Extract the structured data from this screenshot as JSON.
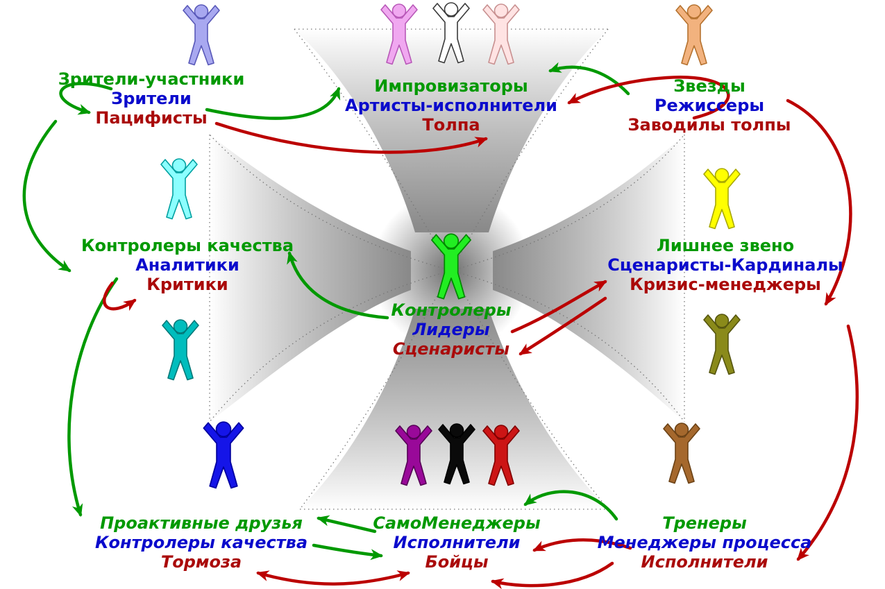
{
  "theme": {
    "green-text": "#009900",
    "blue-text": "#0B0BCC",
    "red-text": "#AA0A0A",
    "green-arrow": "#009900",
    "red-arrow": "#BB0000"
  },
  "groups": [
    {
      "id": "audience",
      "lines": [
        "Зрители-участники",
        "Зрители",
        "Пацифисты"
      ]
    },
    {
      "id": "improvisers",
      "lines": [
        "Импровизаторы",
        "Артисты-исполнители",
        "Толпа"
      ]
    },
    {
      "id": "stars",
      "lines": [
        "Звезды",
        "Режиссеры",
        "Заводилы толпы"
      ]
    },
    {
      "id": "quality",
      "lines": [
        "Контролеры качества",
        "Аналитики",
        "Критики"
      ]
    },
    {
      "id": "center",
      "lines": [
        "Контролеры",
        "Лидеры",
        "Сценаристы"
      ]
    },
    {
      "id": "extra-link",
      "lines": [
        "Лишнее звено",
        "Сценаристы-Кардиналы",
        "Кризис-менеджеры"
      ]
    },
    {
      "id": "proactive",
      "lines": [
        "Проактивные друзья",
        "Контролеры качества",
        "Тормоза"
      ]
    },
    {
      "id": "self-managers",
      "lines": [
        "СамоМенеджеры",
        "Исполнители",
        "Бойцы"
      ]
    },
    {
      "id": "trainers",
      "lines": [
        "Тренеры",
        "Менеджеры процесса",
        "Исполнители"
      ]
    }
  ],
  "figures": [
    {
      "name": "lavender",
      "color": "#A8A8F0"
    },
    {
      "name": "violet",
      "color": "#F0A8F0"
    },
    {
      "name": "white",
      "color": "#FFFFFF"
    },
    {
      "name": "pale-pink",
      "color": "#FFE3E3"
    },
    {
      "name": "orange",
      "color": "#F2B27E"
    },
    {
      "name": "cyan",
      "color": "#8CFFFF"
    },
    {
      "name": "yellow",
      "color": "#FFFF00"
    },
    {
      "name": "green",
      "color": "#22EE22"
    },
    {
      "name": "teal",
      "color": "#00BDBD"
    },
    {
      "name": "olive",
      "color": "#8A8A1A"
    },
    {
      "name": "blue",
      "color": "#1515E8"
    },
    {
      "name": "purple",
      "color": "#990999"
    },
    {
      "name": "black",
      "color": "#0A0A0A"
    },
    {
      "name": "red",
      "color": "#CC1515"
    },
    {
      "name": "brown",
      "color": "#A5682D"
    }
  ]
}
